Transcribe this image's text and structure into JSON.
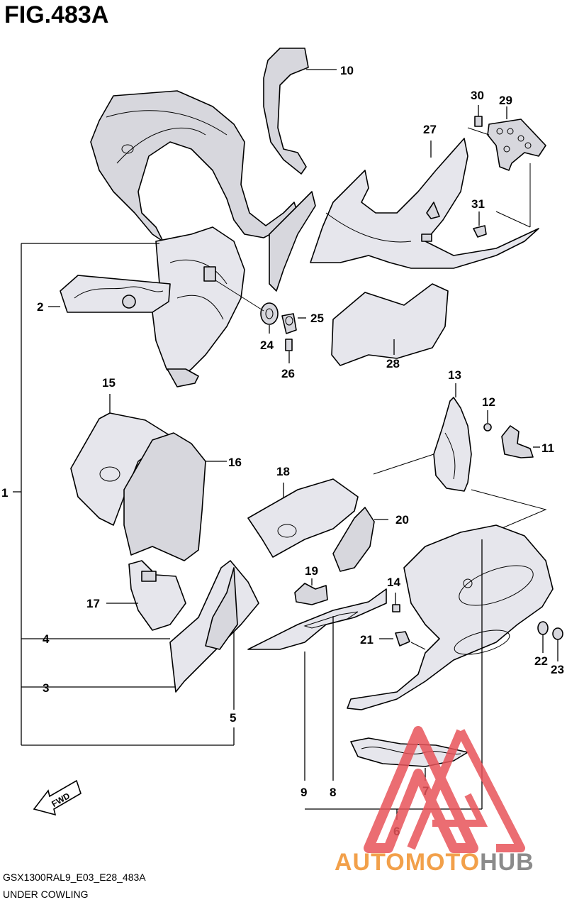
{
  "figure": {
    "title": "FIG.483A",
    "model_code": "GSX1300RAL9_E03_E28_483A",
    "section_name": "UNDER COWLING"
  },
  "watermark": {
    "text_part1": "AUTOMOTO",
    "text_part2": "HUB",
    "color_part1": "#f2a04a",
    "color_part2": "#8b8b8b",
    "triangle_color": "#e8545a"
  },
  "fwd_arrow": {
    "label": "FWD"
  },
  "callouts": [
    "1",
    "2",
    "3",
    "4",
    "5",
    "6",
    "7",
    "8",
    "9",
    "10",
    "11",
    "12",
    "13",
    "14",
    "15",
    "16",
    "17",
    "18",
    "19",
    "20",
    "21",
    "22",
    "23",
    "24",
    "25",
    "26",
    "27",
    "28",
    "29",
    "30",
    "31"
  ]
}
